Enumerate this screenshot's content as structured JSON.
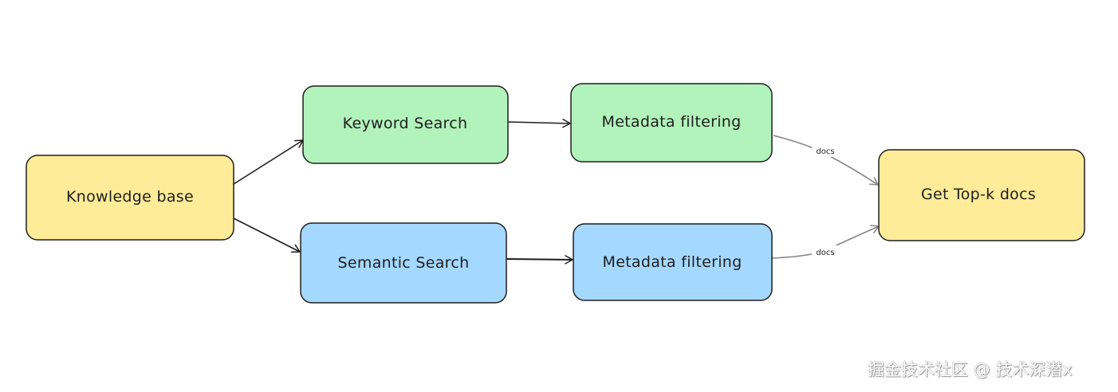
{
  "colors": {
    "yellow": "#ffec99",
    "green": "#b2f2bb",
    "blue": "#a5d8ff",
    "stroke": "#1e1e1e",
    "label_edge": "#868686"
  },
  "nodes": {
    "knowledge_base": {
      "label": "Knowledge base",
      "color": "yellow"
    },
    "keyword_search": {
      "label": "Keyword Search",
      "color": "green"
    },
    "semantic_search": {
      "label": "Semantic Search",
      "color": "blue"
    },
    "metadata_filter_keyword": {
      "label": "Metadata filtering",
      "color": "green"
    },
    "metadata_filter_semantic": {
      "label": "Metadata filtering",
      "color": "blue"
    },
    "top_k": {
      "label": "Get Top-k docs",
      "color": "yellow"
    }
  },
  "edges": [
    {
      "from": "knowledge_base",
      "to": "keyword_search",
      "label": ""
    },
    {
      "from": "knowledge_base",
      "to": "semantic_search",
      "label": ""
    },
    {
      "from": "keyword_search",
      "to": "metadata_filter_keyword",
      "label": ""
    },
    {
      "from": "semantic_search",
      "to": "metadata_filter_semantic",
      "label": ""
    },
    {
      "from": "metadata_filter_keyword",
      "to": "top_k",
      "label": "docs"
    },
    {
      "from": "metadata_filter_semantic",
      "to": "top_k",
      "label": "docs"
    }
  ],
  "watermark": "掘金技术社区 @ 技术深潜x"
}
